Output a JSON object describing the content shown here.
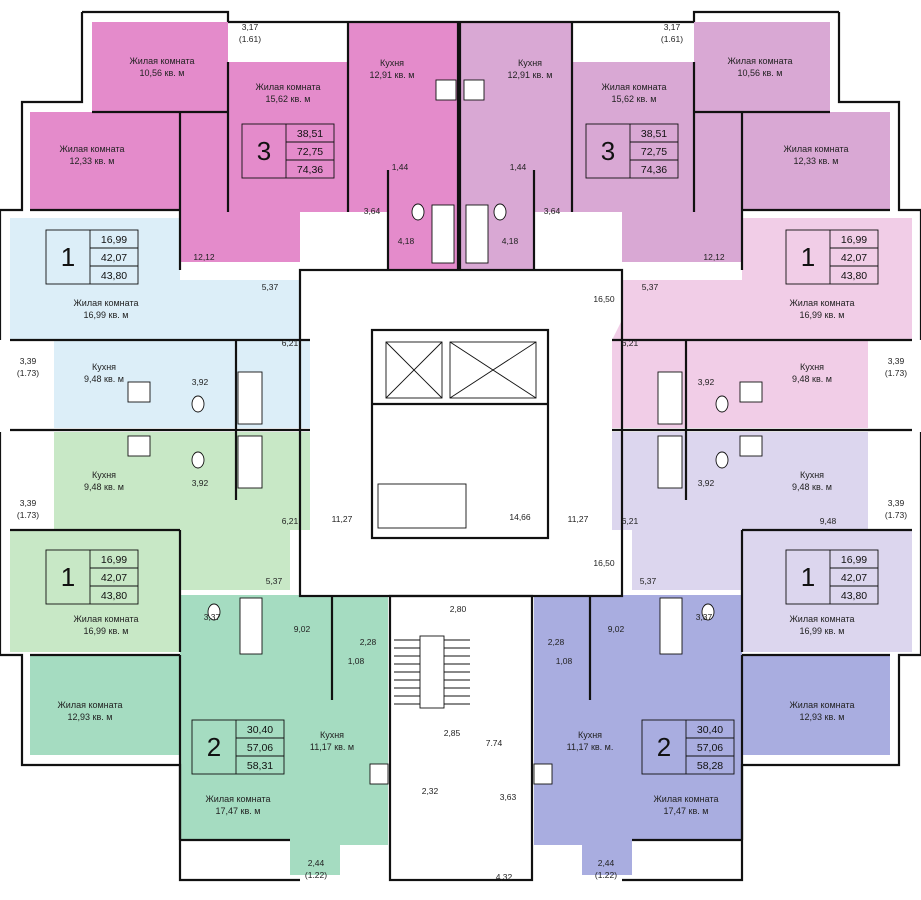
{
  "colors": {
    "apt3_left": "#E48BCB",
    "apt3_right": "#D9A8D4",
    "apt1_top_left": "#DCEEF8",
    "apt1_top_right": "#F1CDE7",
    "apt1_bottom_left": "#C8E8C6",
    "apt1_bottom_right": "#DCD6EE",
    "apt2_left": "#A5DCC1",
    "apt2_right": "#A9ADE0",
    "wall": "#111111"
  },
  "apartments": {
    "apt3_left": {
      "rooms": "3",
      "area_living": "38,51",
      "area_total": "72,75",
      "area_full": "74,36"
    },
    "apt3_right": {
      "rooms": "3",
      "area_living": "38,51",
      "area_total": "72,75",
      "area_full": "74,36"
    },
    "apt1_top_left": {
      "rooms": "1",
      "area_living": "16,99",
      "area_total": "42,07",
      "area_full": "43,80"
    },
    "apt1_top_right": {
      "rooms": "1",
      "area_living": "16,99",
      "area_total": "42,07",
      "area_full": "43,80"
    },
    "apt1_bottom_left": {
      "rooms": "1",
      "area_living": "16,99",
      "area_total": "42,07",
      "area_full": "43,80"
    },
    "apt1_bottom_right": {
      "rooms": "1",
      "area_living": "16,99",
      "area_total": "42,07",
      "area_full": "43,80"
    },
    "apt2_left": {
      "rooms": "2",
      "area_living": "30,40",
      "area_total": "57,06",
      "area_full": "58,31"
    },
    "apt2_right": {
      "rooms": "2",
      "area_living": "30,40",
      "area_total": "57,06",
      "area_full": "58,28"
    }
  },
  "rooms": {
    "l3_room_a": {
      "name": "Жилая комната",
      "area": "10,56 кв. м"
    },
    "l3_room_b": {
      "name": "Жилая комната",
      "area": "15,62 кв. м"
    },
    "l3_kitchen": {
      "name": "Кухня",
      "area": "12,91 кв. м"
    },
    "l3_room_c": {
      "name": "Жилая комната",
      "area": "12,33 кв. м"
    },
    "r3_room_a": {
      "name": "Жилая комната",
      "area": "10,56 кв. м"
    },
    "r3_room_b": {
      "name": "Жилая комната",
      "area": "15,62 кв. м"
    },
    "r3_kitchen": {
      "name": "Кухня",
      "area": "12,91 кв. м"
    },
    "r3_room_c": {
      "name": "Жилая комната",
      "area": "12,33 кв. м"
    },
    "l1t_room": {
      "name": "Жилая комната",
      "area": "16,99 кв. м"
    },
    "l1t_kitchen": {
      "name": "Кухня",
      "area": "9,48 кв. м"
    },
    "r1t_room": {
      "name": "Жилая комната",
      "area": "16,99 кв. м"
    },
    "r1t_kitchen": {
      "name": "Кухня",
      "area": "9,48 кв. м"
    },
    "l1b_kitchen": {
      "name": "Кухня",
      "area": "9,48 кв. м"
    },
    "l1b_room": {
      "name": "Жилая комната",
      "area": "16,99 кв. м"
    },
    "r1b_kitchen": {
      "name": "Кухня",
      "area": "9,48 кв. м"
    },
    "r1b_room": {
      "name": "Жилая комната",
      "area": "16,99 кв. м"
    },
    "l2_room_a": {
      "name": "Жилая комната",
      "area": "12,93 кв. м"
    },
    "l2_kitchen": {
      "name": "Кухня",
      "area": "11,17 кв. м"
    },
    "l2_room_b": {
      "name": "Жилая комната",
      "area": "17,47 кв. м"
    },
    "r2_room_a": {
      "name": "Жилая комната",
      "area": "12,93 кв. м"
    },
    "r2_kitchen": {
      "name": "Кухня",
      "area": "11,17 кв. м."
    },
    "r2_room_b": {
      "name": "Жилая комната",
      "area": "17,47 кв. м"
    }
  },
  "dimensions": {
    "d_317_l": "3,17",
    "d_161_l": "(1.61)",
    "d_317_r": "3,17",
    "d_161_r": "(1.61)",
    "d_144_l": "1,44",
    "d_144_r": "1,44",
    "d_364_l": "3,64",
    "d_364_r": "3,64",
    "d_418_l": "4,18",
    "d_418_r": "4,18",
    "d_1212_l": "12,12",
    "d_1212_r": "12,12",
    "d_537_tl": "5,37",
    "d_537_tr": "5,37",
    "d_1650_t": "16,50",
    "d_621_tl": "6,21",
    "d_621_tr": "6,21",
    "d_339_tl": "3,39",
    "d_173_tl": "(1.73)",
    "d_339_tr": "3,39",
    "d_173_tr": "(1.73)",
    "d_392_tl": "3,92",
    "d_392_tr": "3,92",
    "d_392_bl": "3,92",
    "d_392_br": "3,92",
    "d_339_bl": "3,39",
    "d_173_bl": "(1.73)",
    "d_339_br": "3,39",
    "d_173_br": "(1.73)",
    "d_621_bl": "6,21",
    "d_621_br": "6,21",
    "d_1127_l": "11,27",
    "d_1127_r": "11,27",
    "d_1466": "14,66",
    "d_948_r": "9,48",
    "d_537_bl": "5,37",
    "d_537_br": "5,37",
    "d_1650_b": "16,50",
    "d_337_l": "3,37",
    "d_337_r": "3,37",
    "d_902_l": "9,02",
    "d_902_r": "9,02",
    "d_280": "2,80",
    "d_228_l": "2,28",
    "d_228_r": "2,28",
    "d_108_l": "1,08",
    "d_108_r": "1,08",
    "d_285": "2,85",
    "d_774": "7.74",
    "d_232": "2,32",
    "d_363": "3,63",
    "d_244_l": "2,44",
    "d_122_l": "(1.22)",
    "d_244_r": "2,44",
    "d_122_r": "(1.22)",
    "d_432": "4,32"
  }
}
